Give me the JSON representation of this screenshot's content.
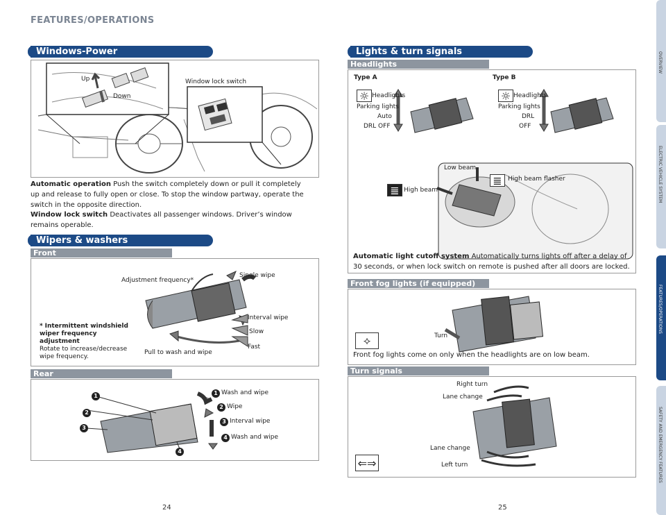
{
  "header": {
    "title": "FEATURES/OPERATIONS"
  },
  "sidebar": {
    "tabs": [
      "OVERVIEW",
      "ELECTRIC VEHICLE SYSTEM",
      "FEATURES/OPERATIONS",
      "SAFETY AND EMERGENCY FEATURES"
    ]
  },
  "windows": {
    "title": "Windows-Power",
    "labels": {
      "up": "Up",
      "down": "Down",
      "lock": "Window lock switch"
    },
    "auto_term": "Automatic operation",
    "auto_text": "Push the switch completely down or pull it completely up and release to fully open or close. To stop the window partway, operate the switch in the opposite direction.",
    "lock_term": "Window lock switch",
    "lock_text": "Deactivates all passenger windows. Driver’s window remains operable."
  },
  "wipers": {
    "title": "Wipers & washers",
    "front": {
      "sub": "Front",
      "adj": "Adjustment frequency*",
      "single": "Single wipe",
      "interval": "Interval wipe",
      "slow": "Slow",
      "fast": "Fast",
      "pull": "Pull to wash and wipe",
      "note_star": "*",
      "note_title": "Intermittent windshield wiper frequency adjustment",
      "note_text": "Rotate to increase/decrease wipe frequency."
    },
    "rear": {
      "sub": "Rear",
      "items": [
        {
          "n": "1",
          "label": "Wash and wipe"
        },
        {
          "n": "2",
          "label": "Wipe"
        },
        {
          "n": "3",
          "label": "Interval wipe"
        },
        {
          "n": "4",
          "label": "Wash and wipe"
        }
      ]
    }
  },
  "lights": {
    "title": "Lights & turn signals",
    "headlights": {
      "sub": "Headlights",
      "typeA": {
        "title": "Type A",
        "labels": [
          "Headlights",
          "Parking lights",
          "Auto",
          "DRL OFF"
        ]
      },
      "typeB": {
        "title": "Type B",
        "labels": [
          "Headlights",
          "Parking lights",
          "DRL",
          "OFF"
        ]
      },
      "low": "Low beam",
      "high": "High beam",
      "flasher": "High beam flasher",
      "cutoff_term": "Automatic light cutoff system",
      "cutoff_text": "Automatically turns lights off after a delay of 30 seconds, or when lock switch on remote is pushed after all doors are locked."
    },
    "fog": {
      "sub": "Front fog lights (if equipped)",
      "turn": "Turn",
      "text": "Front fog lights come on only when the headlights are on low beam."
    },
    "turn": {
      "sub": "Turn signals",
      "right": "Right turn",
      "lane1": "Lane change",
      "lane2": "Lane change",
      "left": "Left turn"
    }
  },
  "pages": {
    "left": "24",
    "right": "25"
  }
}
